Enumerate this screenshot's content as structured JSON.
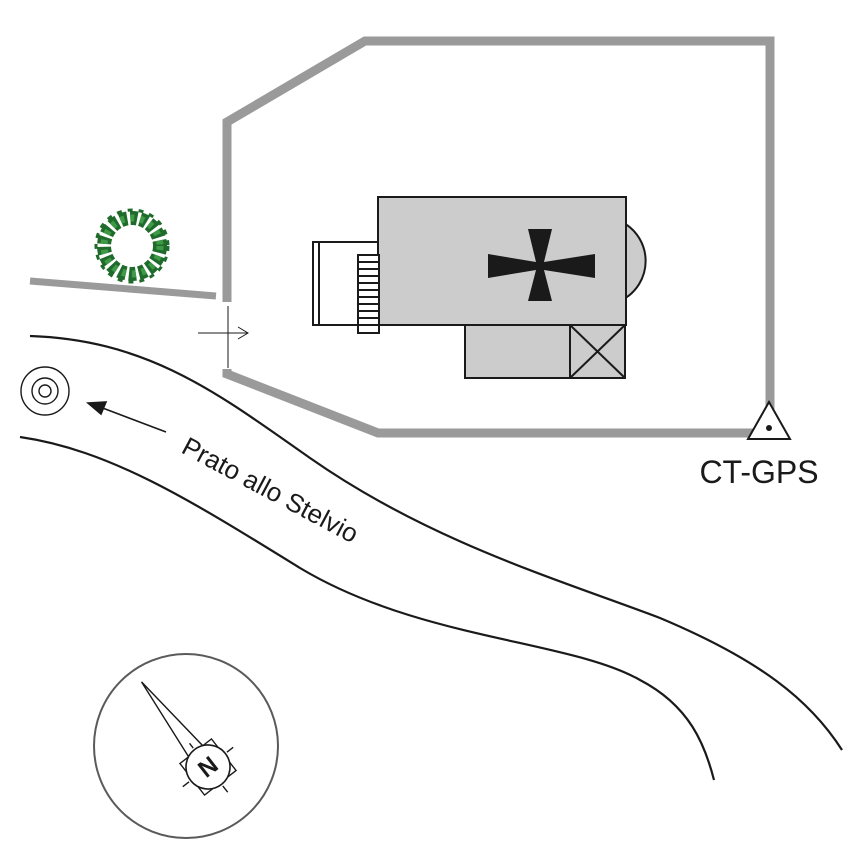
{
  "labels": {
    "road_name": "Prato allo Stelvio",
    "gps_station": "CT-GPS",
    "north_letter": "N"
  },
  "icons": {
    "church": "church-building",
    "cross": "cross-pattee-icon",
    "tree": "tree-icon",
    "gps_marker": "triangle-survey-marker-icon",
    "well": "concentric-circles-icon",
    "compass": "north-arrow-compass-icon",
    "entrance": "entrance-arrow-icon",
    "direction": "direction-arrow-icon"
  },
  "colors": {
    "wall": "#9a9a9a",
    "building_fill": "#cccccc",
    "outline": "#1a1a1a",
    "tree_dark": "#1f6b2c",
    "tree_light": "#3f9a48"
  }
}
